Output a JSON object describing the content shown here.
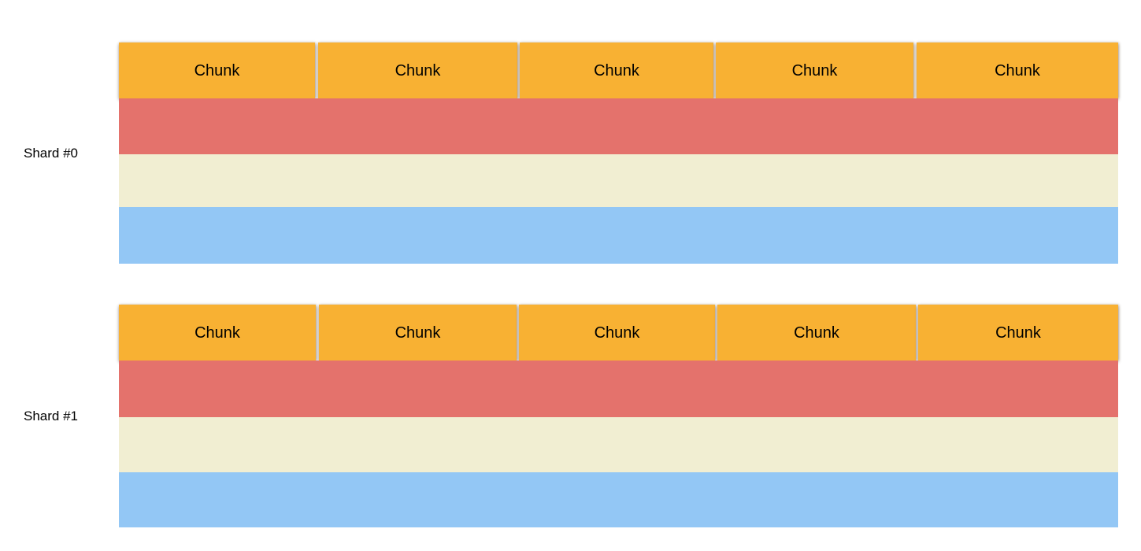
{
  "diagram": {
    "title": "Shard chunk layout diagram",
    "type": "block-diagram",
    "background_color": "#ffffff",
    "colors": {
      "chunk": "#f8b133",
      "layer_red": "#e4726c",
      "layer_cream": "#f1eed2",
      "layer_blue": "#93c7f5",
      "label_text": "#000000",
      "chunk_text": "#000000"
    },
    "shards": [
      {
        "label": "Shard #0",
        "chunks": [
          {
            "label": "Chunk"
          },
          {
            "label": "Chunk"
          },
          {
            "label": "Chunk"
          },
          {
            "label": "Chunk"
          },
          {
            "label": "Chunk"
          }
        ],
        "layers": [
          {
            "name": "layer-red",
            "label": "",
            "color": "#e4726c"
          },
          {
            "name": "layer-cream",
            "label": "",
            "color": "#f1eed2"
          },
          {
            "name": "layer-blue",
            "label": "",
            "color": "#93c7f5"
          }
        ]
      },
      {
        "label": "Shard #1",
        "chunks": [
          {
            "label": "Chunk"
          },
          {
            "label": "Chunk"
          },
          {
            "label": "Chunk"
          },
          {
            "label": "Chunk"
          },
          {
            "label": "Chunk"
          }
        ],
        "layers": [
          {
            "name": "layer-red",
            "label": "",
            "color": "#e4726c"
          },
          {
            "name": "layer-cream",
            "label": "",
            "color": "#f1eed2"
          },
          {
            "name": "layer-blue",
            "label": "",
            "color": "#93c7f5"
          }
        ]
      }
    ]
  }
}
